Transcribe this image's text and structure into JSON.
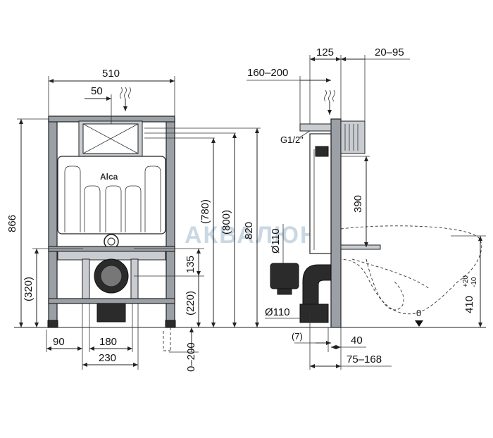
{
  "front_view": {
    "dims": {
      "width_510": "510",
      "offset_50": "50",
      "height_866": "866",
      "height_320": "(320)",
      "height_780": "(780)",
      "height_800": "(800)",
      "height_820": "820",
      "height_135": "135",
      "height_220": "(220)",
      "leg_90": "90",
      "span_180": "180",
      "span_230": "230",
      "adjust_0_200": "0–200"
    },
    "brand_logo": "Alca"
  },
  "side_view": {
    "dims": {
      "depth_125": "125",
      "range_20_95": "20–95",
      "range_160_200": "160–200",
      "inlet_g12": "G1/2\"",
      "height_390": "390",
      "pipe_d110_top": "Ø110",
      "pipe_d110_bottom": "Ø110",
      "height_410": "410",
      "tol_plus": "+20",
      "tol_minus": "-10",
      "zero_level": "0",
      "gap_7": "(7)",
      "gap_40": "40",
      "range_75_168": "75–168"
    }
  },
  "watermark": "АКВАЛЮНК",
  "icons": [
    "water-inlet-icon",
    "water-inlet-icon"
  ]
}
